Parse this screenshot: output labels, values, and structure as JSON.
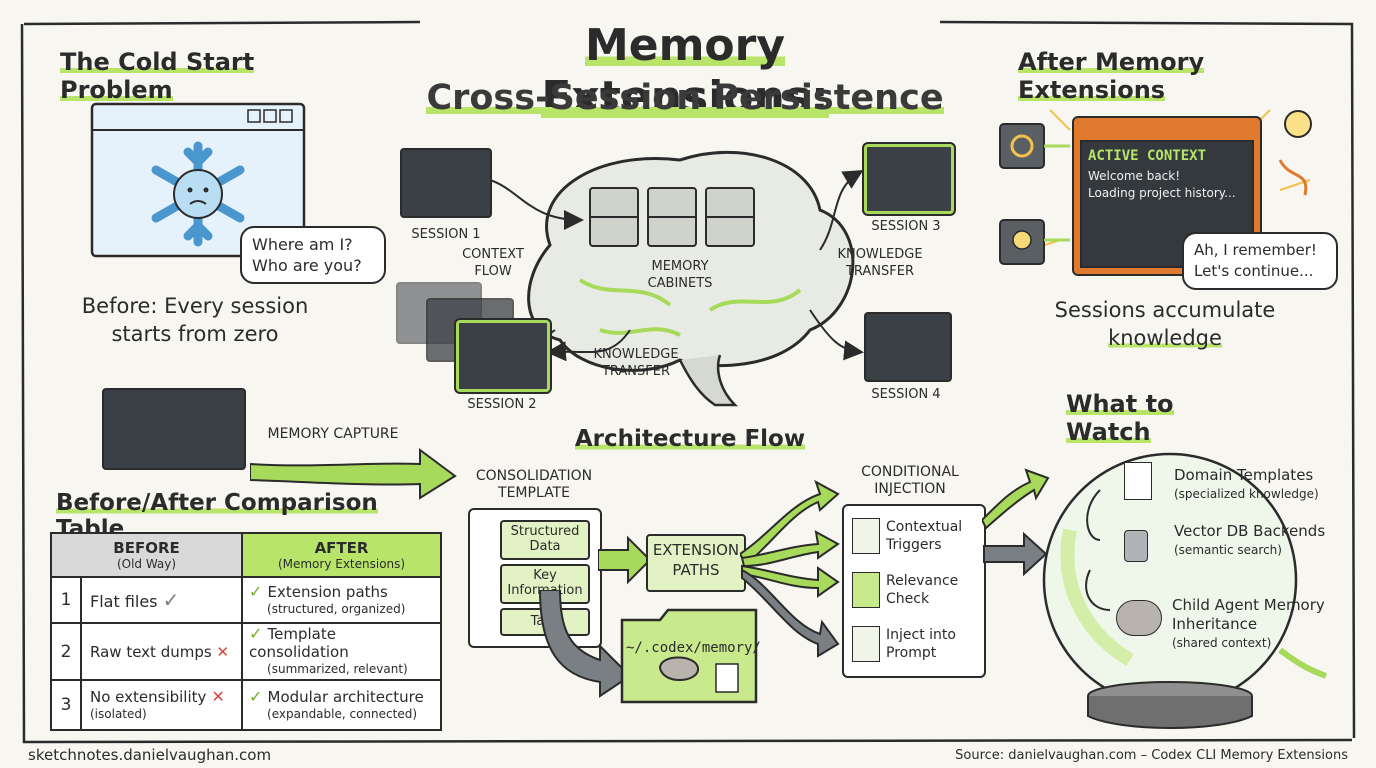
{
  "title": "Memory Extensions:",
  "subtitle": "Cross-Session Persistence",
  "cold_start": {
    "heading": "The Cold Start Problem",
    "bubble_line1": "Where am I?",
    "bubble_line2": "Who are you?",
    "caption_line1": "Before: Every session",
    "caption_line2": "starts from zero"
  },
  "after_ext": {
    "heading": "After Memory Extensions",
    "screen_title": "ACTIVE CONTEXT",
    "screen_line1": "Welcome back!",
    "screen_line2": "Loading project history...",
    "bubble_line1": "Ah, I remember!",
    "bubble_line2": "Let's continue...",
    "caption_line1": "Sessions accumulate",
    "caption_line2": "knowledge"
  },
  "brain": {
    "memory_cabinets": "MEMORY CABINETS",
    "context_flow": "CONTEXT FLOW",
    "knowledge_transfer_left": "KNOWLEDGE TRANSFER",
    "knowledge_transfer_right": "KNOWLEDGE TRANSFER",
    "sessions": [
      "SESSION 1",
      "SESSION 2",
      "SESSION 3",
      "SESSION 4"
    ]
  },
  "memory_capture": "MEMORY CAPTURE",
  "architecture": {
    "heading": "Architecture Flow",
    "consolidation_line1": "CONSOLIDATION",
    "consolidation_line2": "TEMPLATE",
    "items": [
      "Structured Data",
      "Key Information",
      "Tags"
    ],
    "extension_paths": "EXTENSION PATHS",
    "folder_path": "~/.codex/memory/",
    "conditional_line1": "CONDITIONAL",
    "conditional_line2": "INJECTION",
    "injection_items": [
      "Contextual Triggers",
      "Relevance Check",
      "Inject into Prompt"
    ]
  },
  "comparison": {
    "heading": "Before/After Comparison Table",
    "before_header": "BEFORE",
    "before_sub": "(Old Way)",
    "after_header": "AFTER",
    "after_sub": "(Memory Extensions)",
    "rows": [
      {
        "num": "1",
        "before": "Flat files",
        "before_sub": "",
        "mark": "✓",
        "after": "Extension paths",
        "after_sub": "(structured, organized)"
      },
      {
        "num": "2",
        "before": "Raw text dumps",
        "before_sub": "",
        "mark": "✕",
        "after": "Template consolidation",
        "after_sub": "(summarized, relevant)"
      },
      {
        "num": "3",
        "before": "No extensibility",
        "before_sub": "(isolated)",
        "mark": "✕",
        "after": "Modular architecture",
        "after_sub": "(expandable, connected)"
      }
    ]
  },
  "watch": {
    "heading": "What to Watch",
    "items": [
      {
        "title": "Domain Templates",
        "sub": "(specialized knowledge)"
      },
      {
        "title": "Vector DB Backends",
        "sub": "(semantic search)"
      },
      {
        "title": "Child Agent Memory Inheritance",
        "sub": "(shared context)"
      }
    ]
  },
  "footer_left": "sketchnotes.danielvaughan.com",
  "footer_right": "Source: danielvaughan.com – Codex CLI Memory Extensions",
  "colors": {
    "accent": "#a7d95a",
    "ink": "#2b2b2b",
    "terminal": "#3b4046",
    "orange": "#e07a2e",
    "red": "#d9473a"
  }
}
